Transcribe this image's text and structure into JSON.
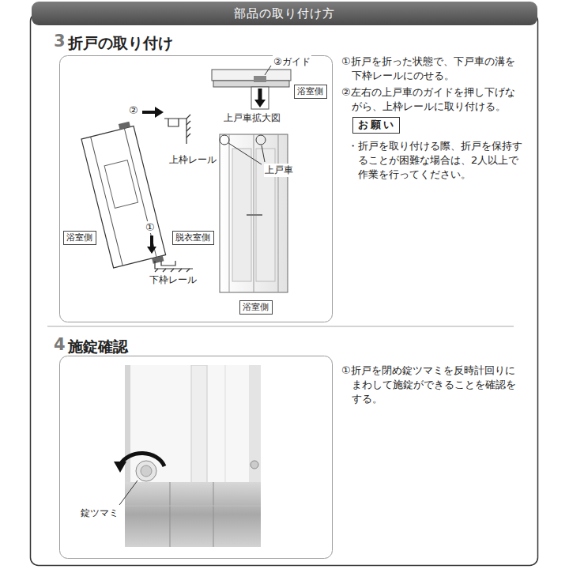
{
  "diagram": {
    "nodes": [
      {
        "text": [
          "部品の取り付け方"
        ]
      },
      {
        "text": [
          "浴室側"
        ]
      },
      {
        "text": [
          "脱衣室側"
        ]
      },
      {
        "text": [
          "浴室側"
        ]
      },
      {
        "text": [
          "浴室側"
        ]
      },
      {
        "text": [
          "お願い"
        ]
      }
    ],
    "labels": [
      "3",
      "折戸の取り付け",
      "②",
      "上枠レール",
      "①",
      "下枠レール",
      "②ガイド",
      "上戸車拡大図",
      "上戸車",
      "①折戸を折った状態で、下戸車の溝を下枠レールにのせる。",
      "②左右の上戸車のガイドを押し下げながら、上枠レールに取り付ける。",
      "・折戸を取り付ける際、折戸を保持することが困難な場合は、2人以上で作業を行ってください。",
      "4",
      "施錠確認",
      "錠ツマミ",
      "①折戸を閉め錠ツマミを反時計回りにまわして施錠ができることを確認をする。"
    ]
  }
}
